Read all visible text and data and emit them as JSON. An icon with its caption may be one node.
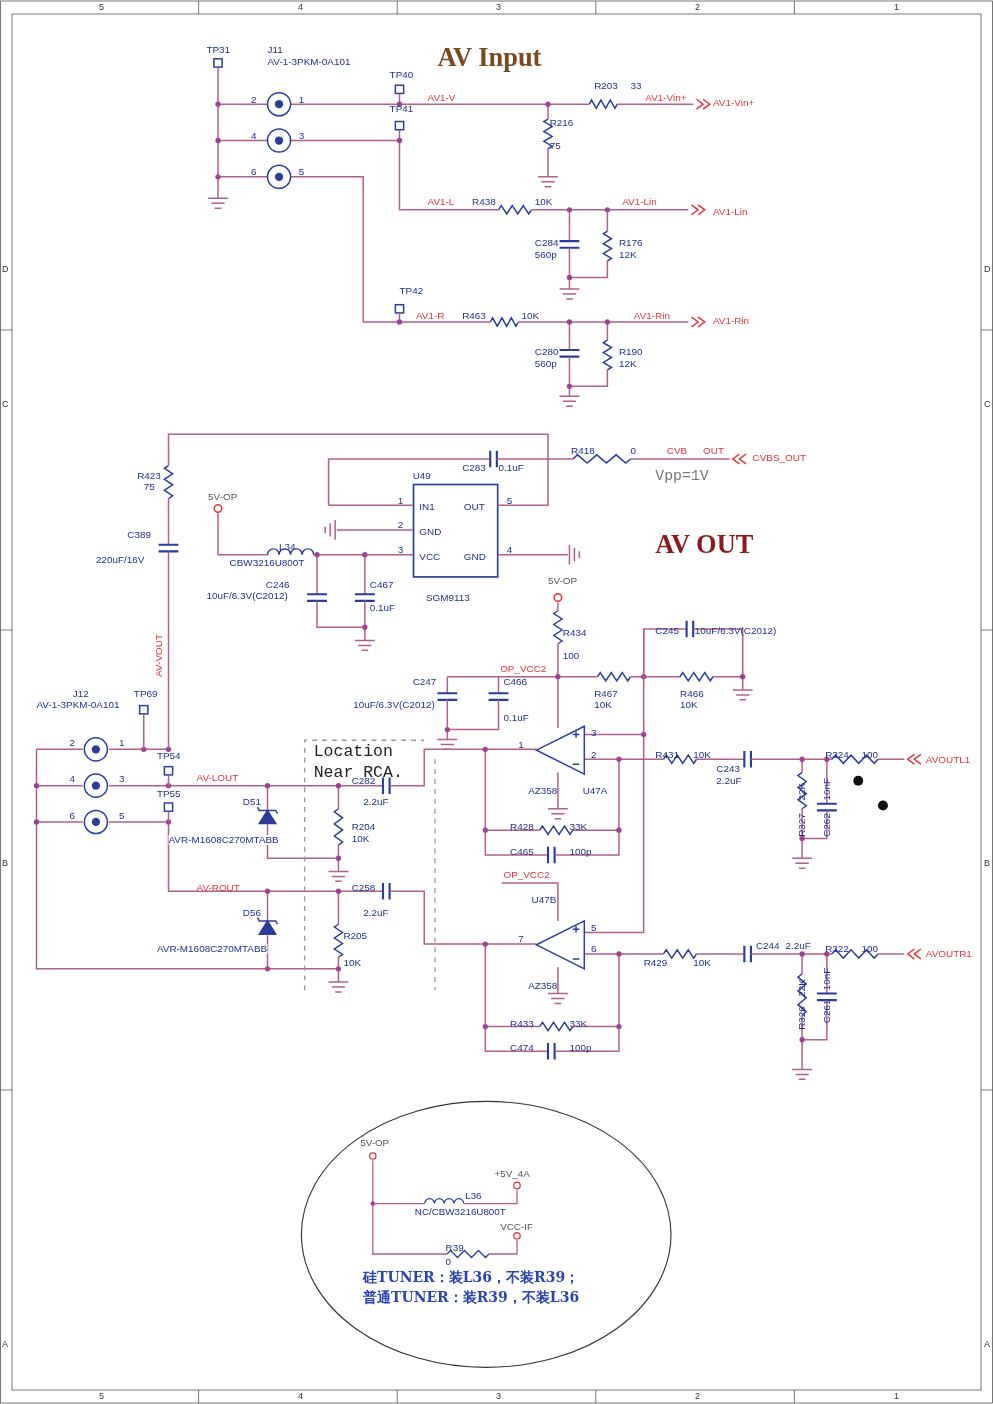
{
  "diagram": {
    "nodes": [
      {
        "text": [
          "U49",
          "IN1",
          "OUT",
          "GND",
          "VCC",
          "GND"
        ],
        "beside": [
          "SGM9113"
        ]
      },
      {
        "text": [
          "硅TUNER：装L36，不装R39；",
          "普通TUNER：装R39，不装L36"
        ]
      },
      {
        "text": [
          "Location Near RCA."
        ]
      },
      {
        "text": [],
        "shape": "triangle"
      },
      {
        "text": [],
        "shape": "triangle"
      }
    ],
    "labels": [
      "5",
      "4",
      "3",
      "2",
      "1",
      "AV Input",
      "TP31",
      "J11",
      "AV-1-3PKM-0A101",
      "TP40",
      "2",
      "1",
      "AV1-V",
      "R203",
      "33",
      "AV1-Vin+",
      "AV1-Vin+",
      "TP41",
      "R216",
      "4",
      "3",
      "75",
      "6",
      "5",
      "AV1-L",
      "R438",
      "10K",
      "AV1-Lin",
      "AV1-Lin",
      "C284",
      "R176",
      "560p",
      "12K",
      "D",
      "D",
      "TP42",
      "AV1-R",
      "R463",
      "10K",
      "AV1-Rin",
      "AV1-Rin",
      "C280",
      "R190",
      "560p",
      "12K",
      "C",
      "C",
      "C283",
      "0.1uF",
      "R418",
      "0",
      "CVB",
      "OUT",
      "CVBS_OUT",
      "R423",
      "75",
      "Vpp=1V",
      "1",
      "5",
      "5V-OP",
      "2",
      "C389",
      "AV OUT",
      "L34",
      "3",
      "4",
      "220uF/16V",
      "CBW3216U800T",
      "C246",
      "C467",
      "5V-OP",
      "10uF/6.3V(C2012)",
      "0.1uF",
      "AV-VOUT",
      "R434",
      "C245",
      "10uF/6.3V(C2012)",
      "100",
      "OP_VCC2",
      "J12",
      "TP69",
      "C247",
      "C466",
      "R467",
      "R466",
      "AV-1-3PKM-0A101",
      "10uF/6.3V(C2012)",
      "10K",
      "10K",
      "0.1uF",
      "2",
      "1",
      "TP54",
      "1",
      "3",
      "2",
      "R431",
      "10K",
      "R324",
      "100",
      "AVOUTL1",
      "4",
      "3",
      "TP55",
      "AV-LOUT",
      "C282",
      "AZ358",
      "U47A",
      "C243",
      "2.2uF",
      "D51",
      "2.2uF",
      "R327",
      "22K",
      "C262",
      "10nF",
      "6",
      "5",
      "R204",
      "R428",
      "33K",
      "AVR-M1608C270MTABB",
      "10K",
      "C465",
      "100p",
      "B",
      "B",
      "OP_VCC2",
      "AV-ROUT",
      "C258",
      "U47B",
      "D56",
      "2.2uF",
      "AVR-M1608C270MTABB",
      "5",
      "R205",
      "10K",
      "7",
      "6",
      "R429",
      "10K",
      "C244",
      "2.2uF",
      "R322",
      "100",
      "AVOUTR1",
      "R326",
      "22K",
      "C261",
      "10nF",
      "AZ358",
      "R433",
      "33K",
      "C474",
      "100p",
      "5V-OP",
      "+5V_4A",
      "L36",
      "NC/CBW3216U800T",
      "VCC-IF",
      "R39",
      "0",
      "A",
      "A",
      "5",
      "4",
      "3",
      "2",
      "1"
    ]
  }
}
